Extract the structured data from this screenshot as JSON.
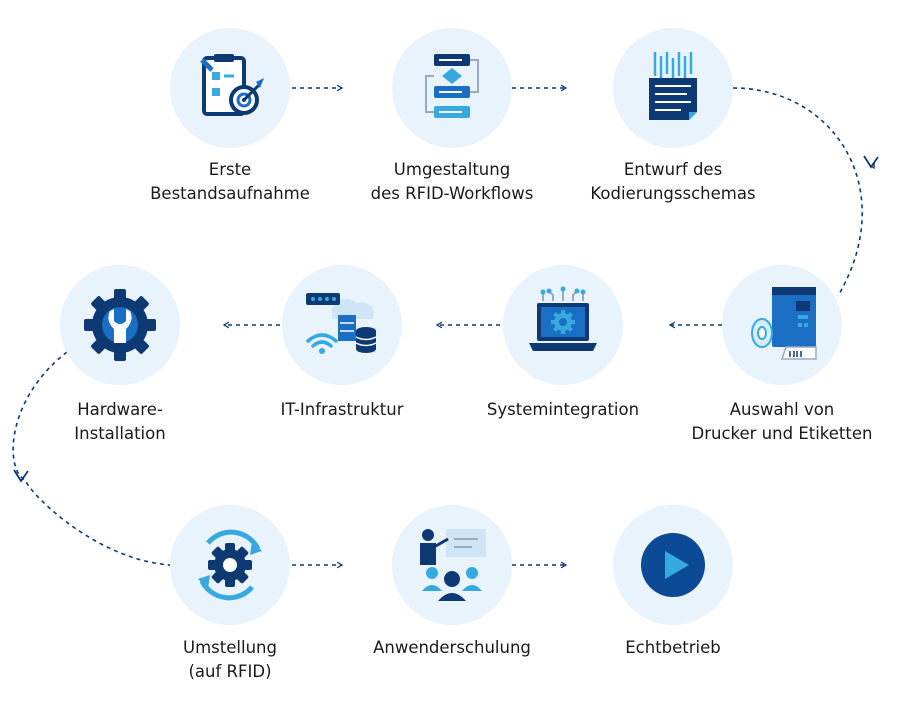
{
  "colors": {
    "circle_bg": "#e8f3fb",
    "navy": "#0d3a73",
    "blue": "#1a6fc4",
    "light_blue": "#36a9e1",
    "connector": "#0d3a73"
  },
  "steps": [
    {
      "icon": "clipboard-target-icon",
      "lines": [
        "Erste",
        "Bestandsaufnahme"
      ]
    },
    {
      "icon": "workflow-flowchart-icon",
      "lines": [
        "Umgestaltung",
        "des RFID-Workflows"
      ]
    },
    {
      "icon": "encoding-document-icon",
      "lines": [
        "Entwurf des",
        "Kodierungsschemas"
      ]
    },
    {
      "icon": "printer-labels-icon",
      "lines": [
        "Auswahl von",
        "Drucker und Etiketten"
      ]
    },
    {
      "icon": "laptop-gear-icon",
      "lines": [
        "Systemintegration"
      ]
    },
    {
      "icon": "network-server-icon",
      "lines": [
        "IT-Infrastruktur"
      ]
    },
    {
      "icon": "gear-wrench-icon",
      "lines": [
        "Hardware-",
        "Installation"
      ]
    },
    {
      "icon": "gear-cycle-icon",
      "lines": [
        "Umstellung",
        "(auf RFID)"
      ]
    },
    {
      "icon": "presentation-training-icon",
      "lines": [
        "Anwenderschulung"
      ]
    },
    {
      "icon": "play-icon",
      "lines": [
        "Echtbetrieb"
      ]
    }
  ]
}
